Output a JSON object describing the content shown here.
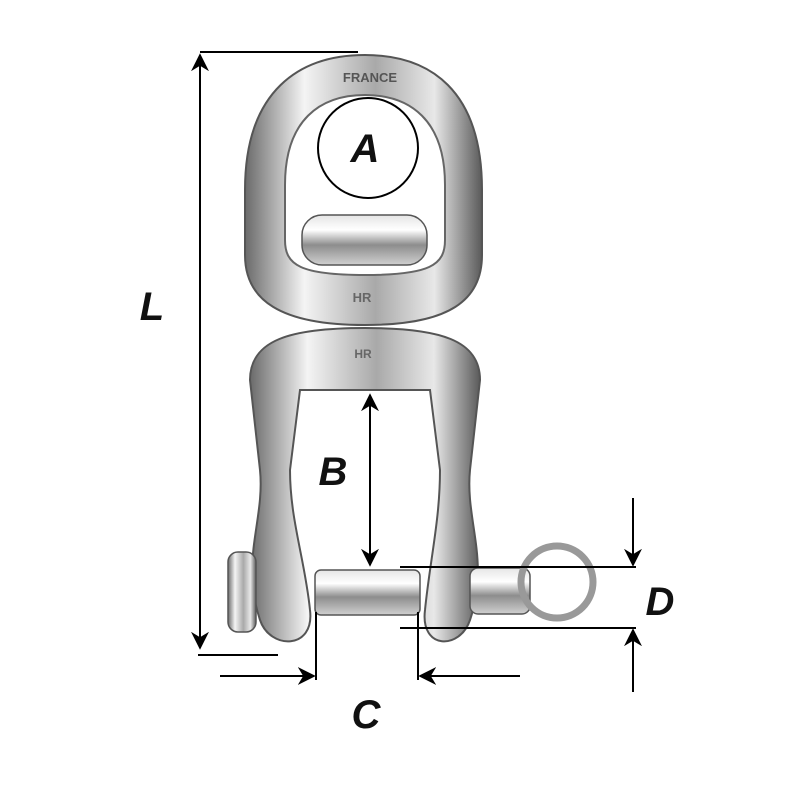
{
  "labels": {
    "A": "A",
    "B": "B",
    "C": "C",
    "D": "D",
    "L": "L"
  },
  "engraving": {
    "brand_text": "FRANCE",
    "logo": "HR"
  },
  "colors": {
    "metal_light": "#f2f2f2",
    "metal_mid": "#b9b9b9",
    "metal_dark": "#5e5e5e",
    "dimension_line": "#000000"
  }
}
